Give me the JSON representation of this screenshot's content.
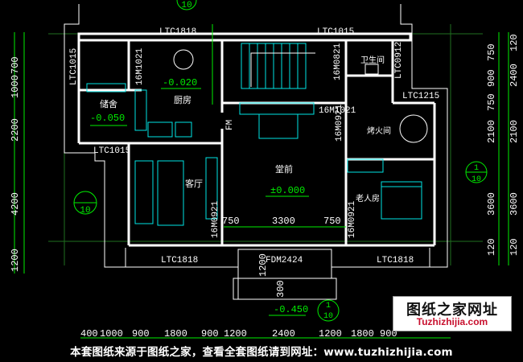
{
  "colors": {
    "background": "#000000",
    "wall": "#ffffff",
    "cyan": "#00e5e5",
    "green": "#00ee00",
    "magenta": "#ff40ff",
    "grid": "#2a7a2a"
  },
  "rooms": {
    "storage": "储舍",
    "kitchen": "厨房",
    "toilet": "卫生间",
    "hall": "堂前",
    "living": "客厅",
    "fire_room": "烤火间",
    "elder_room": "老人房"
  },
  "levels": {
    "storage": "-0.050",
    "kitchen": "-0.020",
    "hall": "±0.000",
    "outside": "-0.450"
  },
  "windows": {
    "top_left": "LTC1818",
    "top_right": "LTC1015",
    "left_top": "LTC1015",
    "right_small": "LTC0912",
    "right_upper": "LTC1215",
    "left_mid": "LTC1015",
    "bottom_left": "LTC1818",
    "bottom_right": "LTC1818"
  },
  "doors": {
    "kitchen": "16M1021",
    "toilet": "16M0821",
    "stair_side": "16M1021",
    "fire_room": "16M0921",
    "living": "16M0921",
    "elder": "16M0921",
    "front": "FDM2424",
    "fm": "FM"
  },
  "dims": {
    "d750a": "750",
    "d3300": "3300",
    "d750b": "750",
    "d1200": "1200",
    "d300": "300"
  },
  "axes": {
    "top": "10",
    "left": "10",
    "right": "10",
    "bottom": "10",
    "sub": "1"
  },
  "dim_left": [
    "700",
    "1000",
    "2200",
    "4200",
    "1200"
  ],
  "dim_right_inner": [
    "750",
    "900",
    "750",
    "2100",
    "3600",
    "120"
  ],
  "dim_right_outer": [
    "120",
    "2400",
    "2100",
    "3600",
    "120"
  ],
  "dim_bottom": [
    "400",
    "1000",
    "900",
    "1800",
    "900",
    "1200",
    "2400",
    "1200",
    "1800",
    "900"
  ],
  "watermark": {
    "title": "图纸之家网址",
    "url": "Tuzhizhijia.com"
  },
  "footer": "本套图纸来源于图纸之家，查看全套图纸请到网址：www.tuzhizhijia.com"
}
